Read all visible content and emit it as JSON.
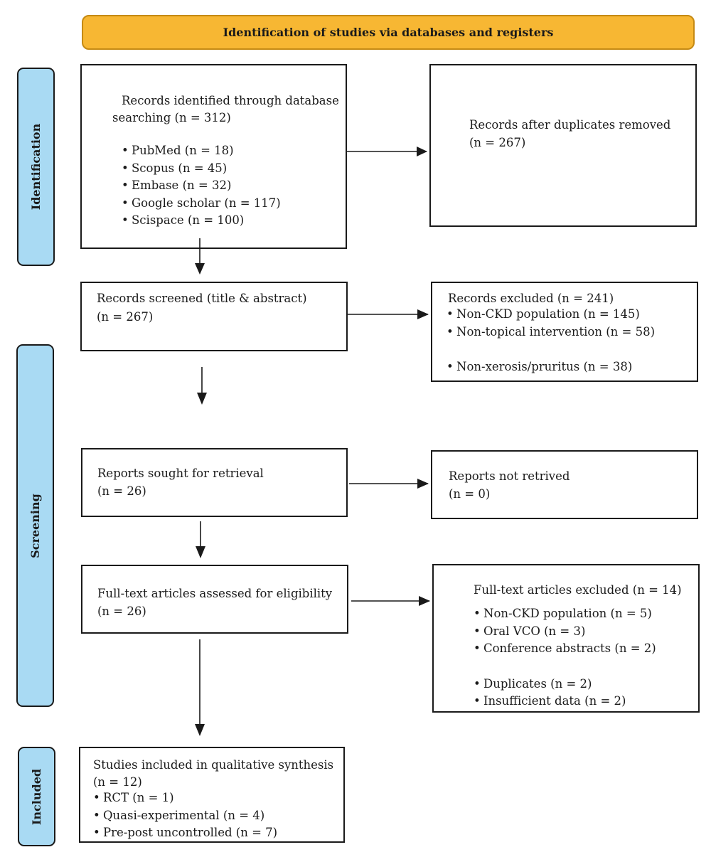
{
  "header": {
    "title": "Identification of studies via databases and registers"
  },
  "phases": {
    "identification": "Identification",
    "screening": "Screening",
    "included": "Included"
  },
  "boxes": {
    "records_identified": {
      "line1": "Records identified through database",
      "line2": "searching (n = 312)",
      "items": [
        "PubMed (n = 18)",
        "Scopus (n = 45)",
        "Embase (n = 32)",
        "Google scholar (n = 117)",
        "Scispace (n = 100)"
      ]
    },
    "duplicates_removed": {
      "line1": "Records after duplicates removed",
      "line2": "(n = 267)"
    },
    "records_screened": {
      "line1": "Records screened (title & abstract)",
      "line2": "(n = 267)"
    },
    "records_excluded": {
      "line1": "Records excluded (n = 241)",
      "items": [
        "Non-CKD population (n = 145)",
        "Non-topical intervention (n = 58)",
        "Non-xerosis/pruritus (n = 38)"
      ]
    },
    "reports_sought": {
      "line1": "Reports sought for retrieval",
      "line2": "(n = 26)"
    },
    "reports_not_retrieved": {
      "line1": "Reports not retrived",
      "line2": "(n = 0)"
    },
    "fulltext_assessed": {
      "line1": "Full-text articles assessed for eligibility",
      "line2": "(n = 26)"
    },
    "fulltext_excluded": {
      "line1": "Full-text articles excluded (n = 14)",
      "items": [
        "Non-CKD population (n = 5)",
        "Oral VCO (n = 3)",
        "Conference abstracts (n = 2)",
        "Duplicates (n = 2)",
        "Insufficient data (n = 2)"
      ]
    },
    "studies_included": {
      "line1": "Studies included in qualitative synthesis",
      "line2": "(n = 12)",
      "items": [
        "RCT (n = 1)",
        "Quasi-experimental (n = 4)",
        "Pre-post uncontrolled (n = 7)"
      ]
    }
  },
  "colors": {
    "header_fill": "#f7b733",
    "phase_fill": "#a9daf3",
    "line": "#1a1a1a"
  }
}
